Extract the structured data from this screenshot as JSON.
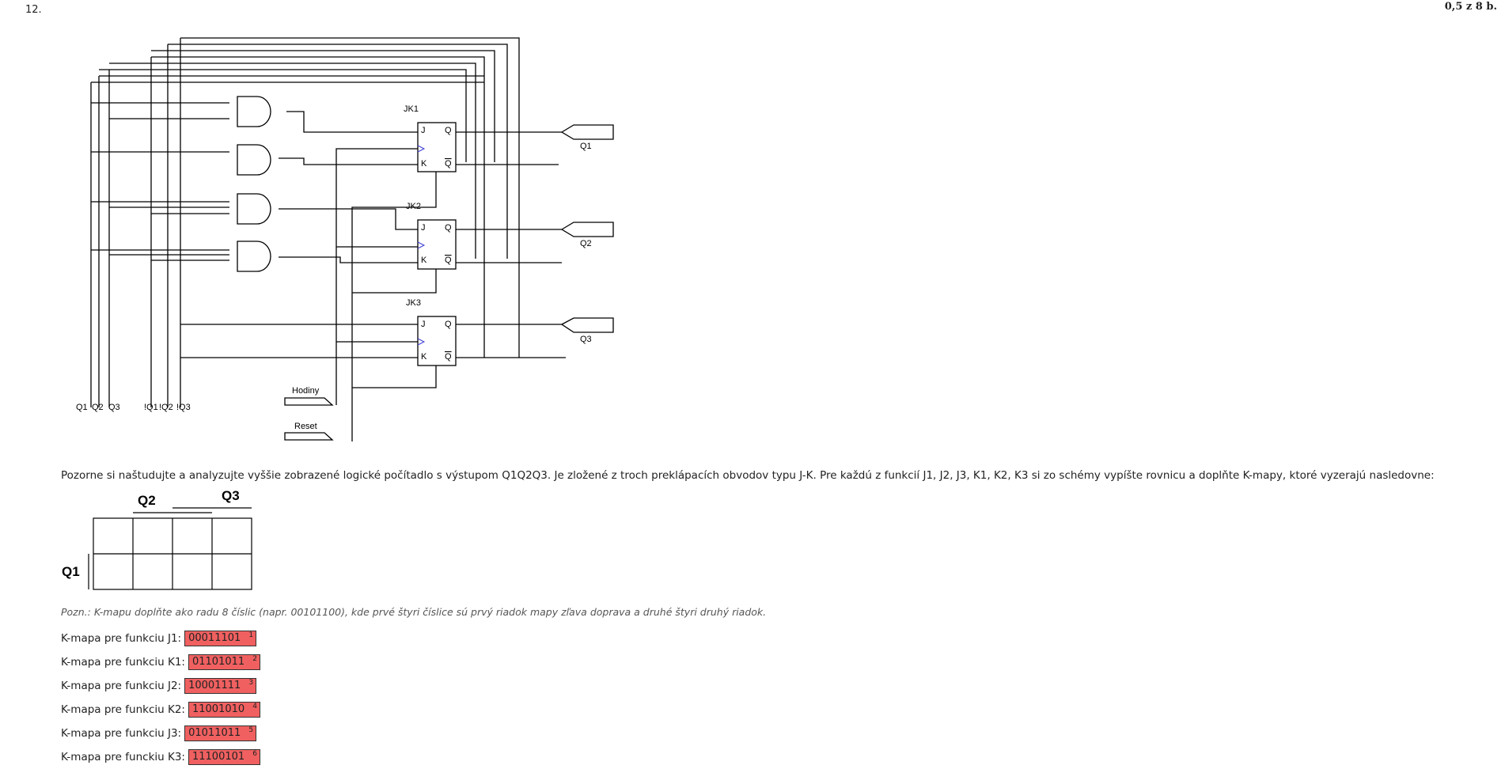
{
  "question": {
    "number": "12.",
    "score": "0,5 z 8 b."
  },
  "circuit": {
    "flipflops": [
      {
        "name": "JK1",
        "j": "J",
        "k": "K",
        "q": "Q",
        "qbar": "Q"
      },
      {
        "name": "JK2",
        "j": "J",
        "k": "K",
        "q": "Q",
        "qbar": "Q"
      },
      {
        "name": "JK3",
        "j": "J",
        "k": "K",
        "q": "Q",
        "qbar": "Q"
      }
    ],
    "outputs": [
      "Q1",
      "Q2",
      "Q3"
    ],
    "inputs": {
      "clock": "Hodiny",
      "reset": "Reset"
    },
    "bus_labels": [
      "Q1",
      "Q2",
      "Q3",
      "!Q1",
      "!Q2",
      "!Q3"
    ]
  },
  "description": "Pozorne si naštudujte a analyzujte vyššie zobrazené logické počítadlo s výstupom Q1Q2Q3. Je zložené z troch preklápacích obvodov typu J-K. Pre každú z funkcií J1, J2, J3, K1, K2, K3 si zo schémy vypíšte rovnicu a doplňte K-mapy, ktoré vyzerajú nasledovne:",
  "kmap": {
    "row_var": "Q1",
    "col_vars": [
      "Q2",
      "Q3"
    ]
  },
  "note": "Pozn.: K-mapu doplňte ako radu 8 číslic (napr. 00101100), kde prvé štyri číslice sú prvý riadok mapy zľava doprava a druhé štyri druhý riadok.",
  "answers": [
    {
      "label": "K-mapa pre funkciu J1:",
      "value": "00011101",
      "index": "1"
    },
    {
      "label": "K-mapa pre funkciu K1:",
      "value": "01101011",
      "index": "2"
    },
    {
      "label": "K-mapa pre funkciu J2:",
      "value": "10001111",
      "index": "3"
    },
    {
      "label": "K-mapa pre funkciu K2:",
      "value": "11001010",
      "index": "4"
    },
    {
      "label": "K-mapa pre funkciu J3:",
      "value": "01011011",
      "index": "5"
    },
    {
      "label": "K-mapa pre funckiu K3:",
      "value": "11100101",
      "index": "6"
    }
  ],
  "colors": {
    "wrong": "#f06060",
    "pin": "#3b3bd6",
    "wire": "#000000"
  }
}
